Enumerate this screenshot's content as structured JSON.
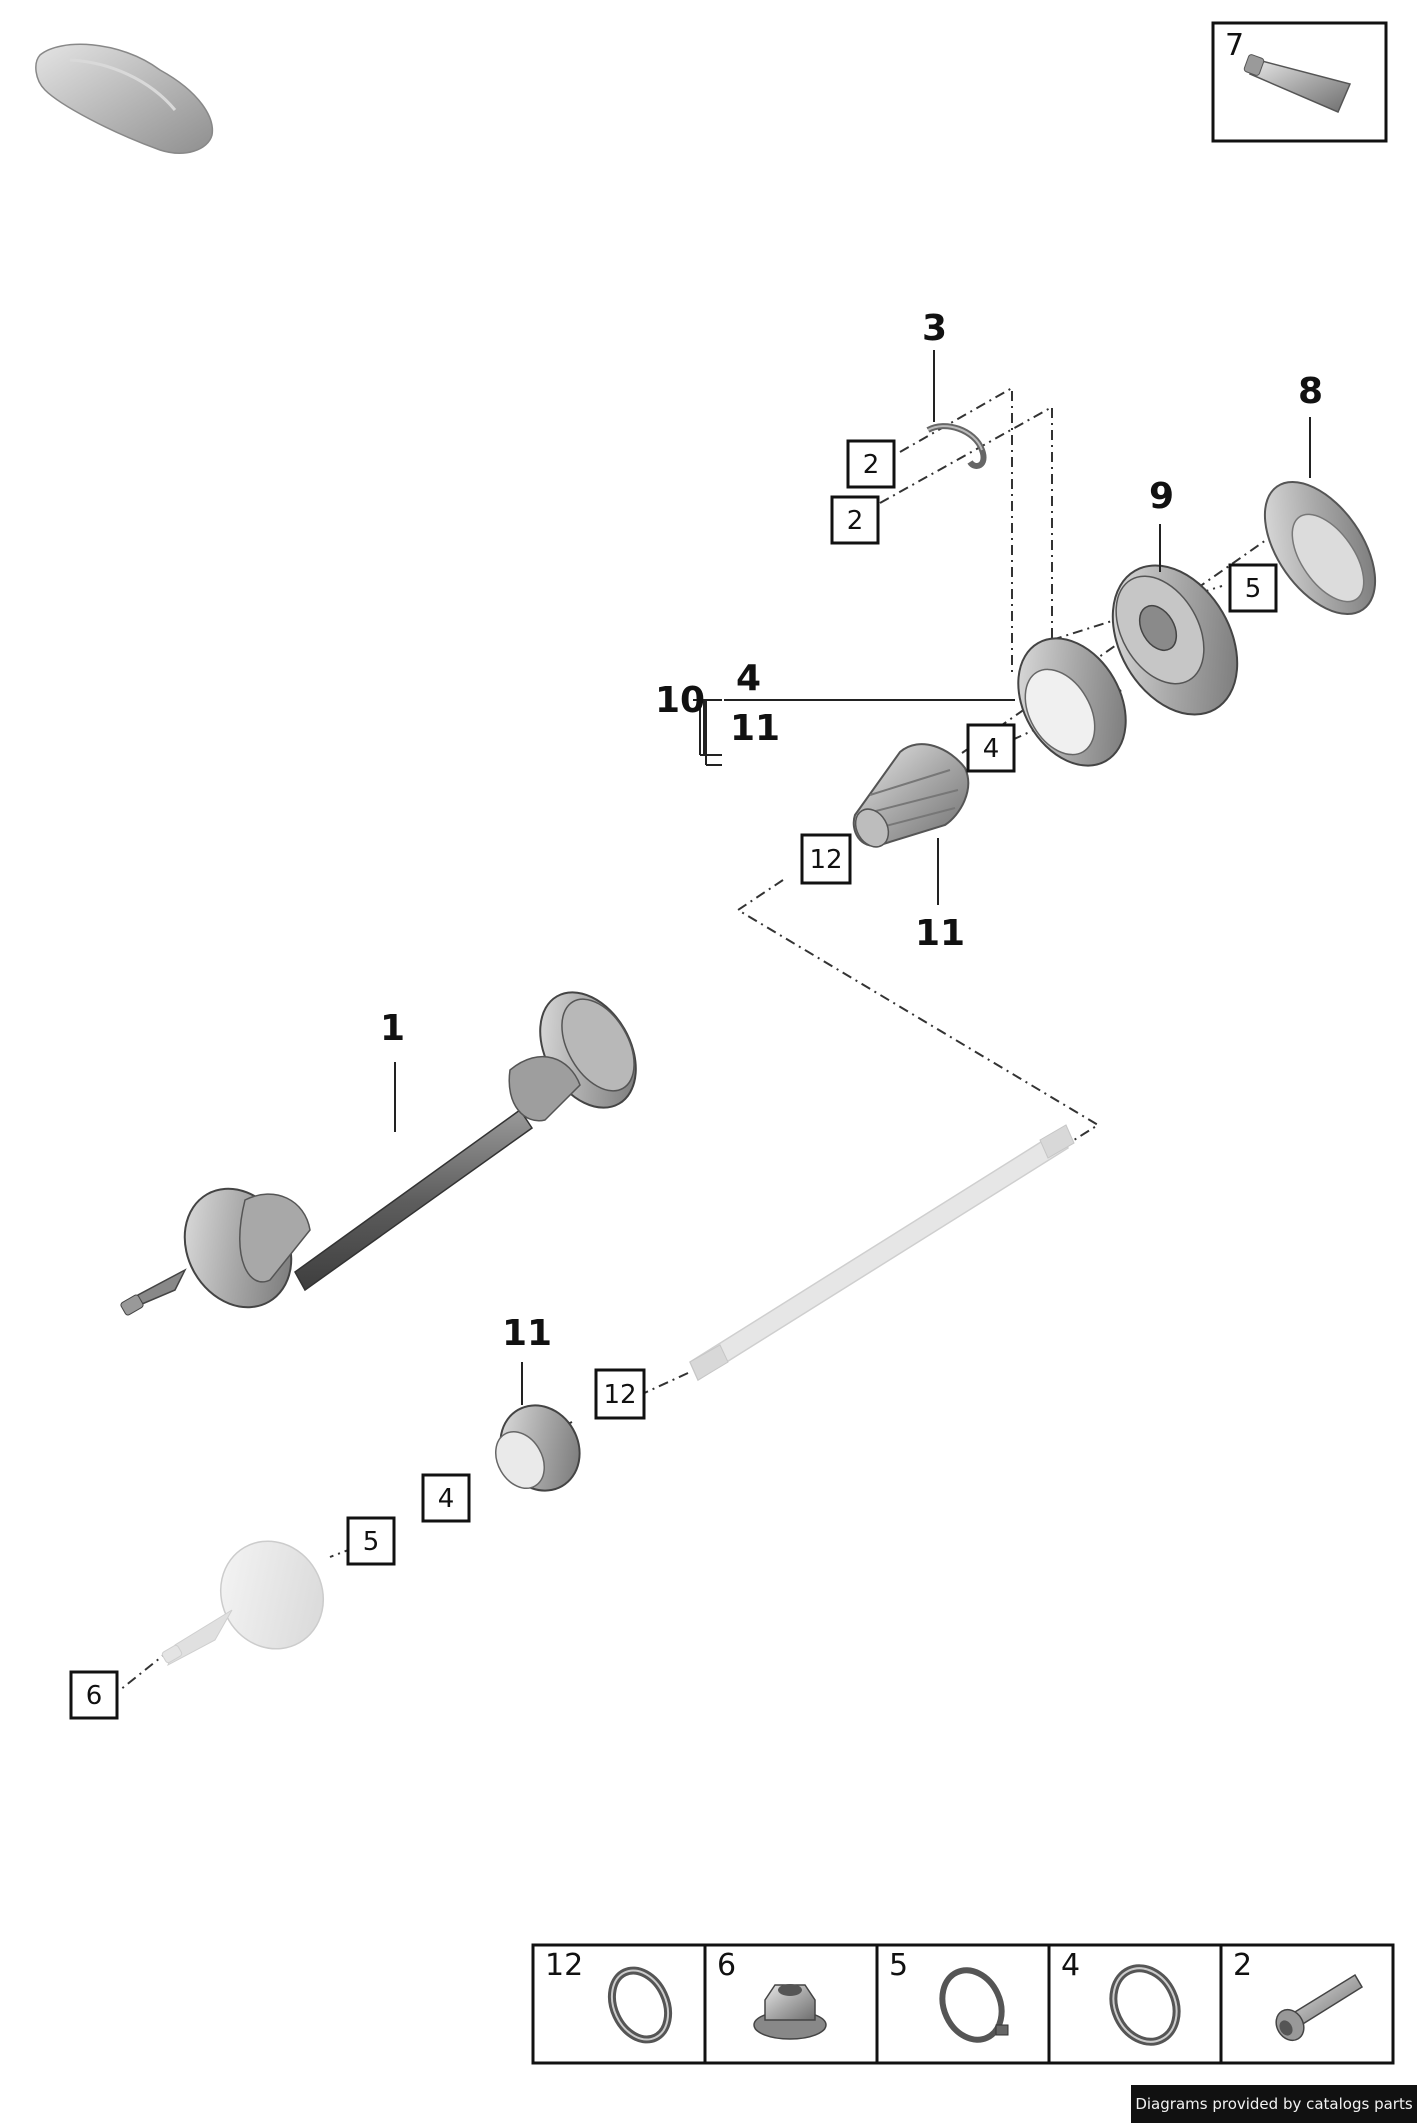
{
  "callouts": {
    "c1": "1",
    "c3": "3",
    "c8": "8",
    "c9": "9",
    "c10": "10",
    "c10_sub_a": "4",
    "c10_sub_b": "11",
    "c11_upper": "11",
    "c11_lower": "11"
  },
  "ref_boxes": {
    "b2_top": "2",
    "b2_bottom": "2",
    "b5_upper": "5",
    "b4_upper": "4",
    "b12_upper": "12",
    "b12_lower": "12",
    "b4_lower": "4",
    "b5_lower": "5",
    "b6": "6"
  },
  "inset_top_right": {
    "number": "7"
  },
  "legend": [
    {
      "number": "12",
      "icon": "hose-clamp-icon"
    },
    {
      "number": "6",
      "icon": "flange-nut-icon"
    },
    {
      "number": "5",
      "icon": "hose-clamp-icon"
    },
    {
      "number": "4",
      "icon": "hose-clamp-icon"
    },
    {
      "number": "2",
      "icon": "bolt-icon"
    }
  ],
  "credit": "Diagrams provided by catalogs parts"
}
